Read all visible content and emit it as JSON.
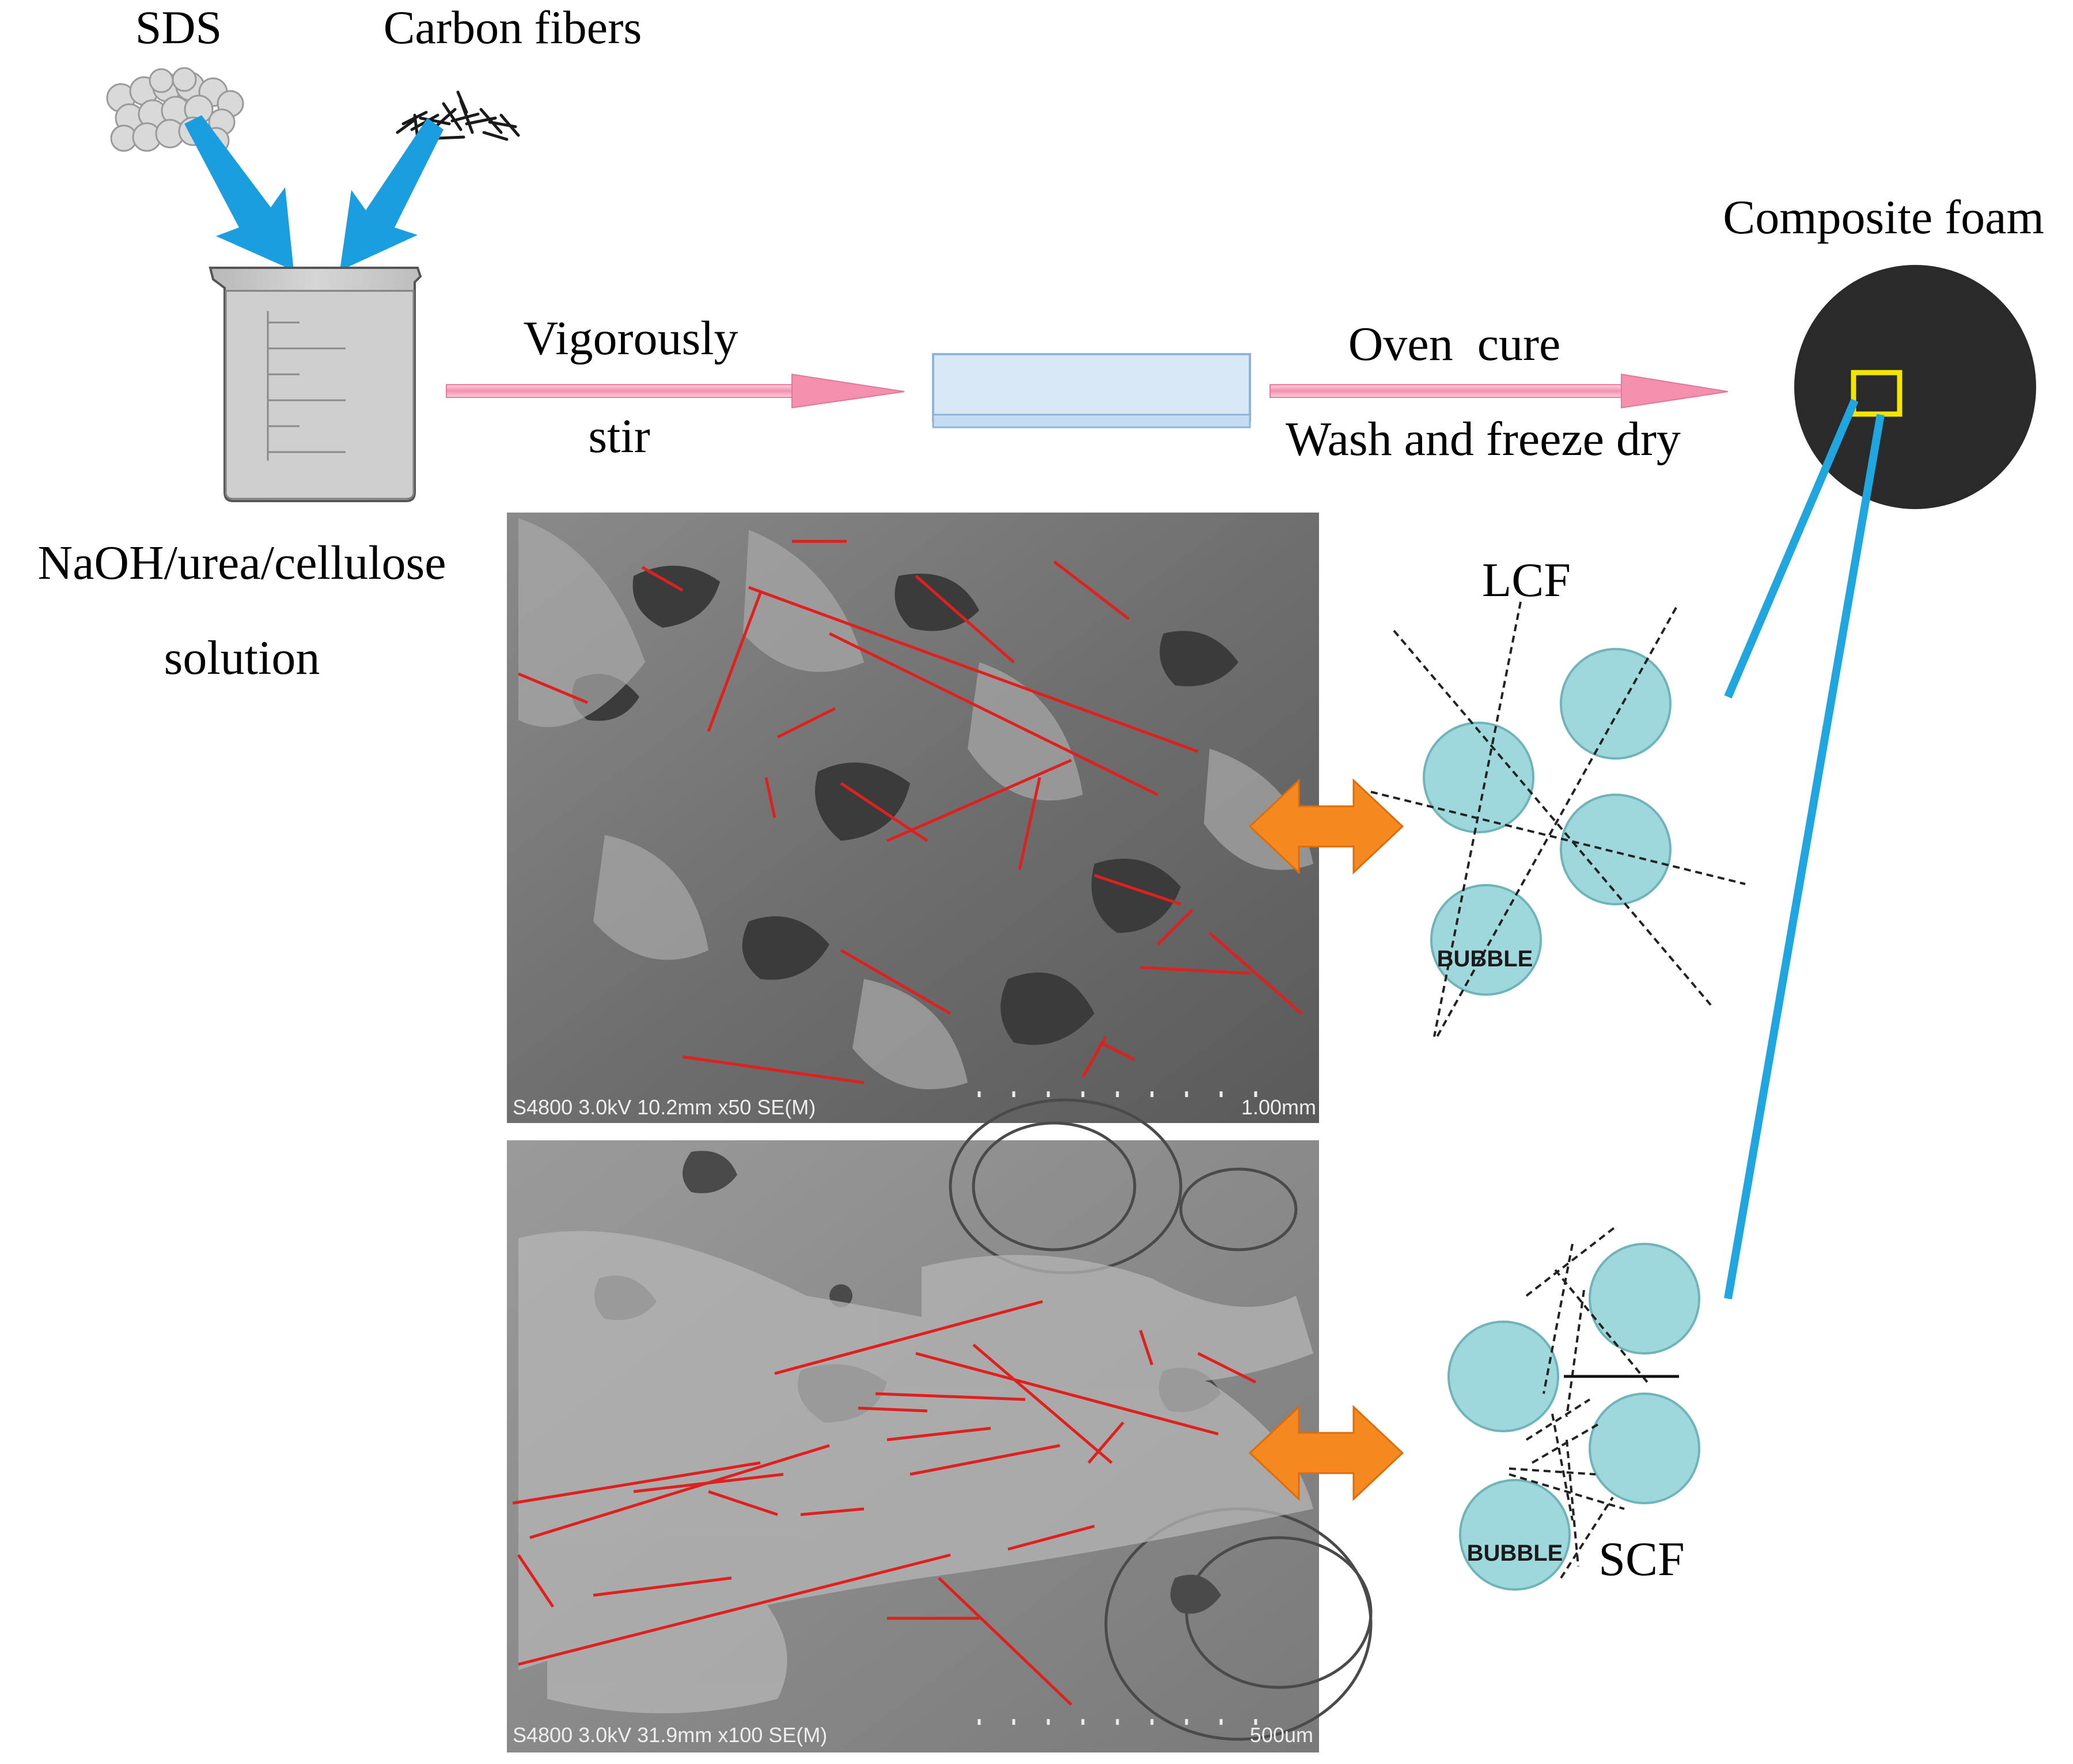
{
  "labels": {
    "sds": "SDS",
    "carbon_fibers": "Carbon fibers",
    "solution_line1": "NaOH/urea/cellulose",
    "solution_line2": "solution",
    "stir_line1": "Vigorously",
    "stir_line2": "stir",
    "oven_cure": "Oven  cure",
    "wash_dry": "Wash and freeze dry",
    "composite_foam": "Composite foam",
    "lcf": "LCF",
    "scf": "SCF",
    "bubble": "BUBBLE"
  },
  "sem_images": {
    "top_caption": "S4800 3.0kV 10.2mm x50 SE(M)",
    "top_scale": "1.00mm",
    "bottom_caption": "S4800 3.0kV 31.9mm x100 SE(M)",
    "bottom_scale": "500um"
  },
  "colors": {
    "blue_arrow": "#1a9ee0",
    "pink_arrow": "#f4a0b8",
    "orange_arrow": "#f5891f",
    "bubble_fill": "#9fd8dc",
    "foam_disk": "#2a2a2a",
    "highlight_box": "#f2e600",
    "fiber_line": "#e0201f"
  }
}
